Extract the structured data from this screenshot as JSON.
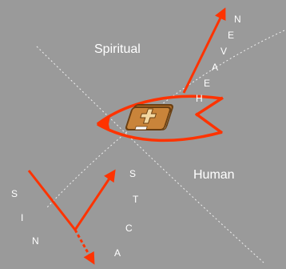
{
  "regions": {
    "spiritual": "Spiritual",
    "human": "Human"
  },
  "letters": {
    "heaven": [
      "N",
      "E",
      "V",
      "A",
      "E",
      "H"
    ],
    "sin": [
      "S",
      "I",
      "N"
    ],
    "acts": [
      "S",
      "T",
      "C",
      "A"
    ]
  },
  "icon": "bible-icon",
  "colors": {
    "background": "#9a9a9a",
    "arrow": "#ff3300",
    "text": "#ffffff"
  }
}
